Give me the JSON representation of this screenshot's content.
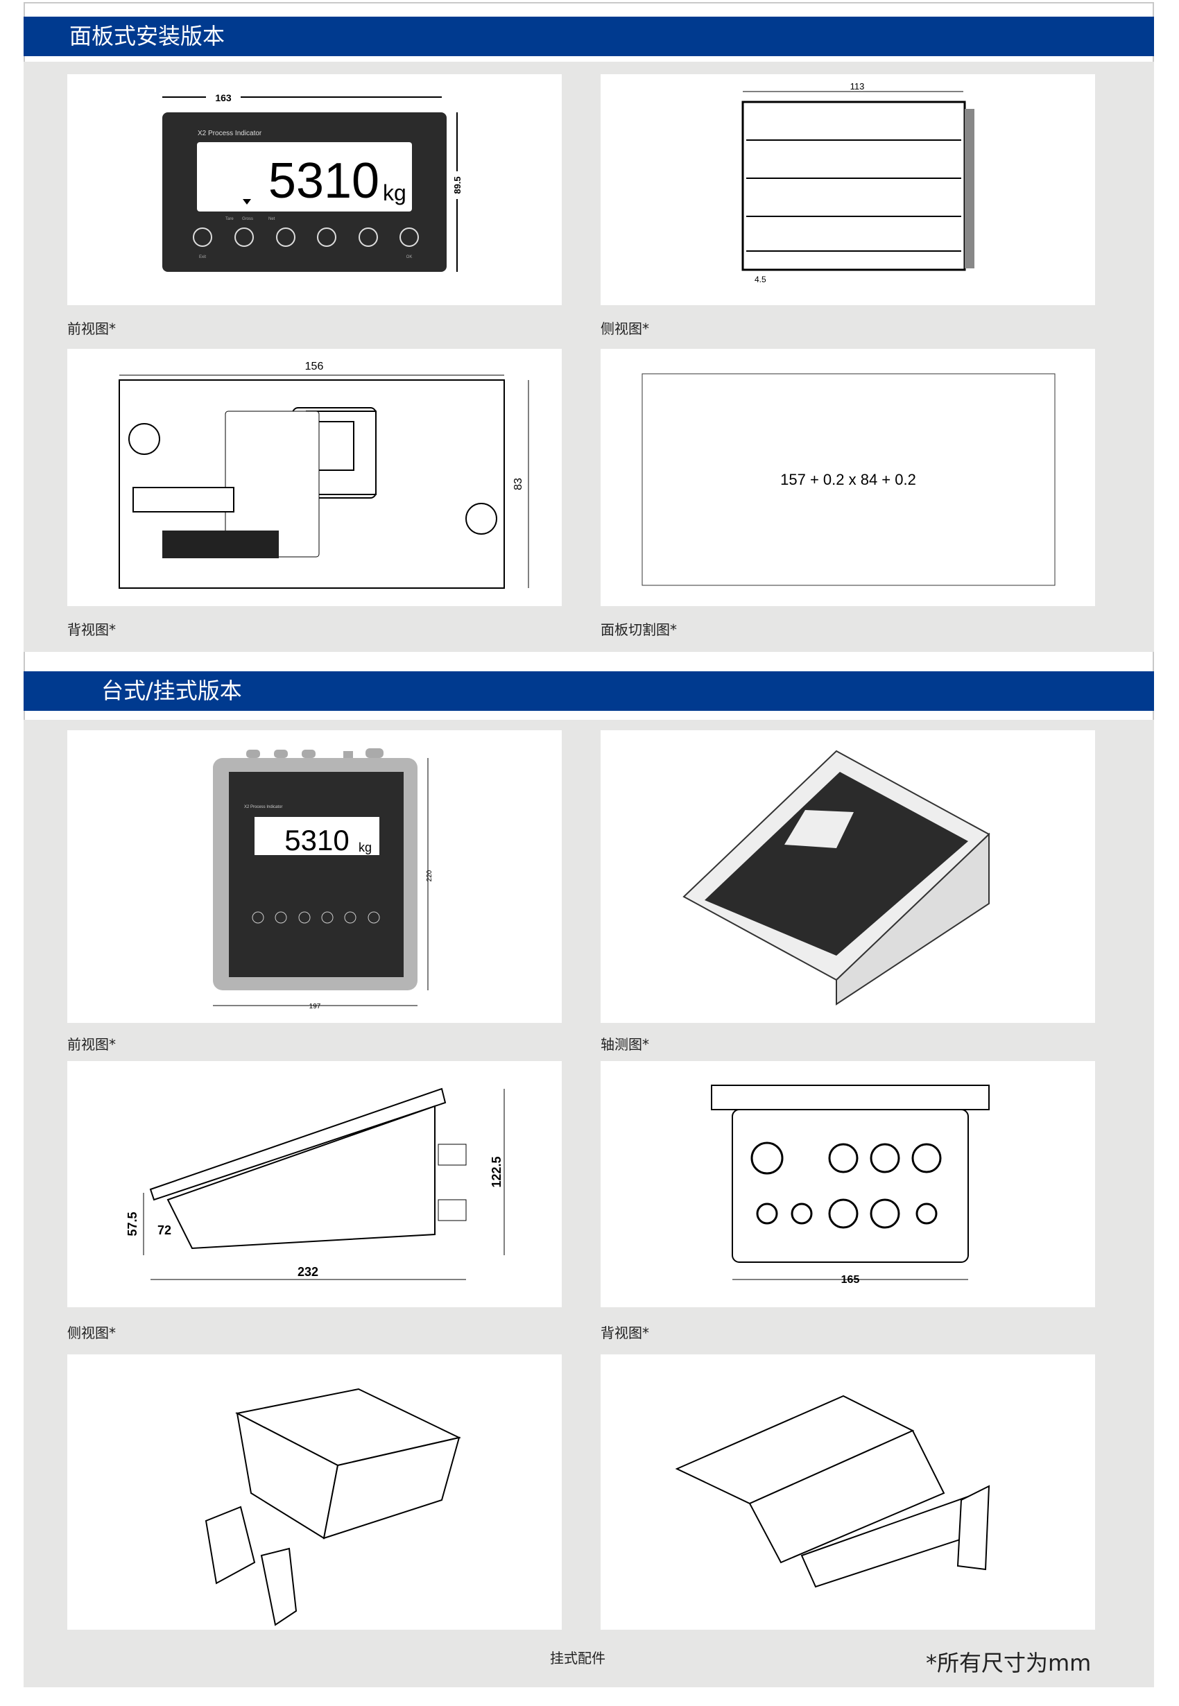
{
  "section1": {
    "title": "面板式安装版本",
    "front": {
      "caption": "前视图*",
      "brand": "X2 Process Indicator",
      "reading": "5310",
      "unit": "kg",
      "labels": [
        "Tare",
        "Gross",
        "Net"
      ],
      "keys": [
        "Exit",
        "OK"
      ],
      "width": "163",
      "height": "89.5"
    },
    "side": {
      "caption": "侧视图*",
      "depth": "113",
      "offset": "4.5"
    },
    "back": {
      "caption": "背视图*",
      "width": "156",
      "height": "83"
    },
    "cutout": {
      "caption": "面板切割图*",
      "size": "157 + 0.2 x 84 + 0.2"
    }
  },
  "section2": {
    "title": "台式/挂式版本",
    "front": {
      "caption": "前视图*",
      "brand": "X2 Process Indicator",
      "reading": "5310",
      "unit": "kg",
      "height": "220",
      "width": "197"
    },
    "iso": {
      "caption": "轴测图*"
    },
    "side": {
      "caption": "侧视图*",
      "height_front": "57.5",
      "angle": "72",
      "depth": "232",
      "height_back": "122.5"
    },
    "back": {
      "caption": "背视图*",
      "width": "165"
    },
    "accessory": {
      "caption": "挂式配件"
    }
  },
  "footnote": "*所有尺寸为mm"
}
